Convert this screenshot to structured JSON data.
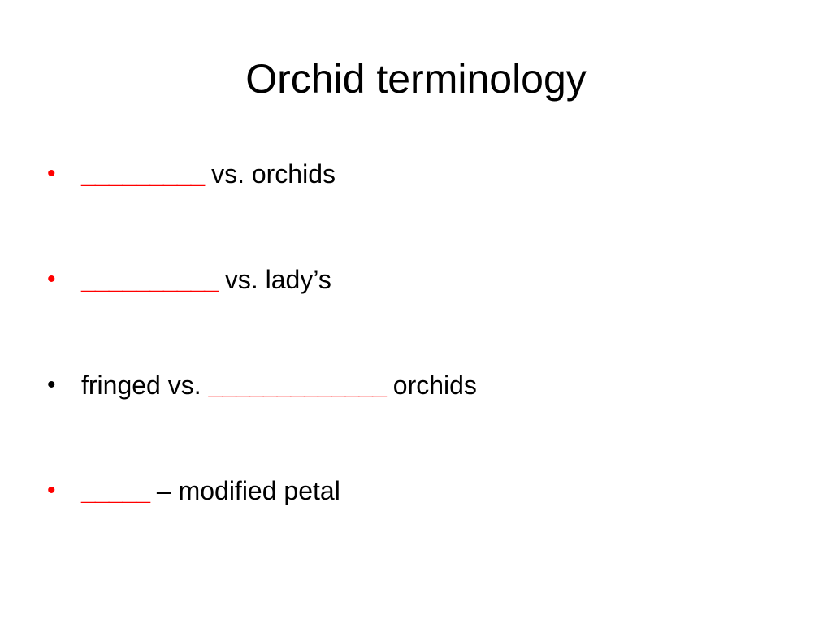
{
  "slide": {
    "title": "Orchid terminology",
    "bullet_symbol": "•",
    "bullets": [
      {
        "bullet_color": "#ff0000",
        "blank": "_________",
        "blank_color": "#ff0000",
        "text": " vs. orchids"
      },
      {
        "bullet_color": "#ff0000",
        "blank": "__________",
        "blank_color": "#ff0000",
        "text": " vs. lady’s"
      },
      {
        "bullet_color": "#000000",
        "prefix": "fringed vs. ",
        "blank": "_____________",
        "blank_color": "#ff0000",
        "text": " orchids"
      },
      {
        "bullet_color": "#ff0000",
        "blank": "_____",
        "blank_color": "#ff0000",
        "text": " – modified petal"
      }
    ]
  },
  "colors": {
    "accent_red": "#ff0000",
    "text": "#000000",
    "background": "#ffffff"
  }
}
